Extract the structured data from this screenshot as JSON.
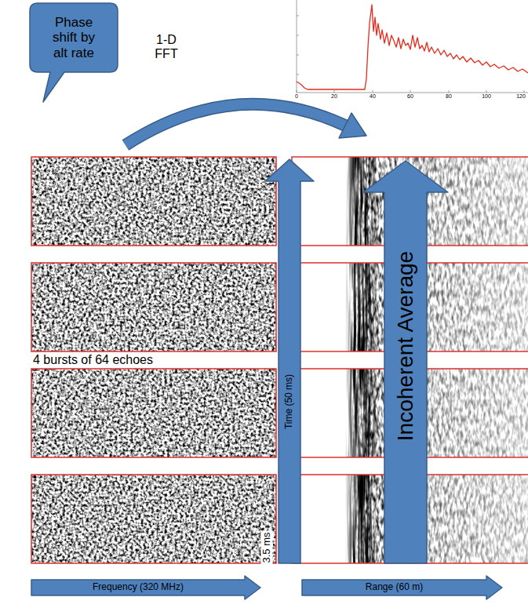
{
  "diagram": {
    "nodes": [
      {
        "text": [
          "Phase shift by alt rate"
        ]
      },
      {
        "text": [
          "Time (50 ms)"
        ]
      },
      {
        "text": [
          "Incoherent Average"
        ]
      },
      {
        "text": [
          "Frequency (320 MHz)"
        ]
      },
      {
        "text": [
          "Range (60 m)"
        ]
      }
    ],
    "labels": [
      "1-D FFT",
      "4 bursts of 64 echoes",
      "3.5 ms",
      "0",
      "20",
      "40",
      "60",
      "80",
      "100",
      "120"
    ]
  }
}
